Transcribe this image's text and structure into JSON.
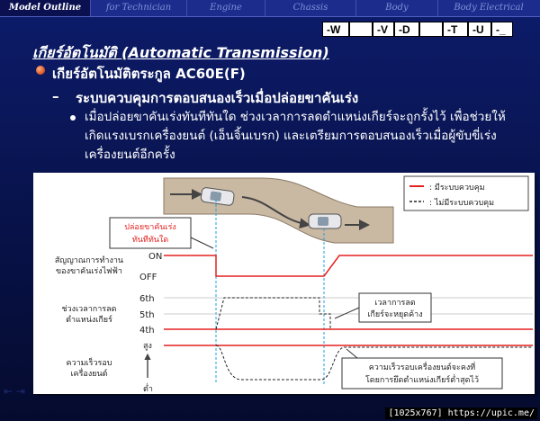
{
  "tabs": [
    "Model Outline",
    "for Technician",
    "Engine",
    "Chassis",
    "Body",
    "Body Electrical"
  ],
  "codes": [
    "-W",
    "-V",
    "-D",
    "-T",
    "-U",
    "-_"
  ],
  "title": "เกียร์อัตโนมัติ (Automatic Transmission)",
  "bullet1": "เกียร์อัตโนมัติตระกูล AC60E(F)",
  "dash": "–",
  "bullet2": "ระบบควบคุมการตอบสนองเร็วเมื่อปล่อยขาคันเร่ง",
  "bullet3": "เมื่อปล่อยขาคันเร่งทันทีทันใด ช่วงเวลาการลดตำแหน่งเกียร์จะถูกรั้งไว้ เพื่อช่วยให้เกิดแรงเบรกเครื่องยนต์ (เอ็นจิ้นเบรก) และเตรียมการตอบสนองเร็วเมื่อผู้ขับขี่เร่งเครื่องยนต์อีกครั้ง",
  "diagram": {
    "legend_solid": ": มีระบบควบคุม",
    "legend_dotted": ": ไม่มีระบบควบคุม",
    "callout_release_1": "ปล่อยขาคันเร่ง",
    "callout_release_2": "ทันทีทันใด",
    "label_signal_1": "สัญญาณการทำงาน",
    "label_signal_2": "ของขาคันเร่งไฟฟ้า",
    "on": "ON",
    "off": "OFF",
    "label_shift_1": "ช่วงเวลาการลด",
    "label_shift_2": "ตำแหน่งเกียร์",
    "gear6": "6th",
    "gear5": "5th",
    "gear4": "4th",
    "callout_hold_1": "เวลาการลด",
    "callout_hold_2": "เกียร์จะหยุดค้าง",
    "label_rpm_1": "ความเร็วรอบ",
    "label_rpm_2": "เครื่องยนต์",
    "high": "สูง",
    "low": "ต่ำ",
    "callout_rpm_1": "ความเร็วรอบเครื่องยนต์จะคงที่",
    "callout_rpm_2": "โดยการยึดตำแหน่งเกียร์ต่ำสุดไว้"
  },
  "footer": "[1025x767] https://upic.me/",
  "colors": {
    "accent_red": "#e52020",
    "road": "#c9b8a2",
    "cyan_marker": "#1aa0e0"
  }
}
